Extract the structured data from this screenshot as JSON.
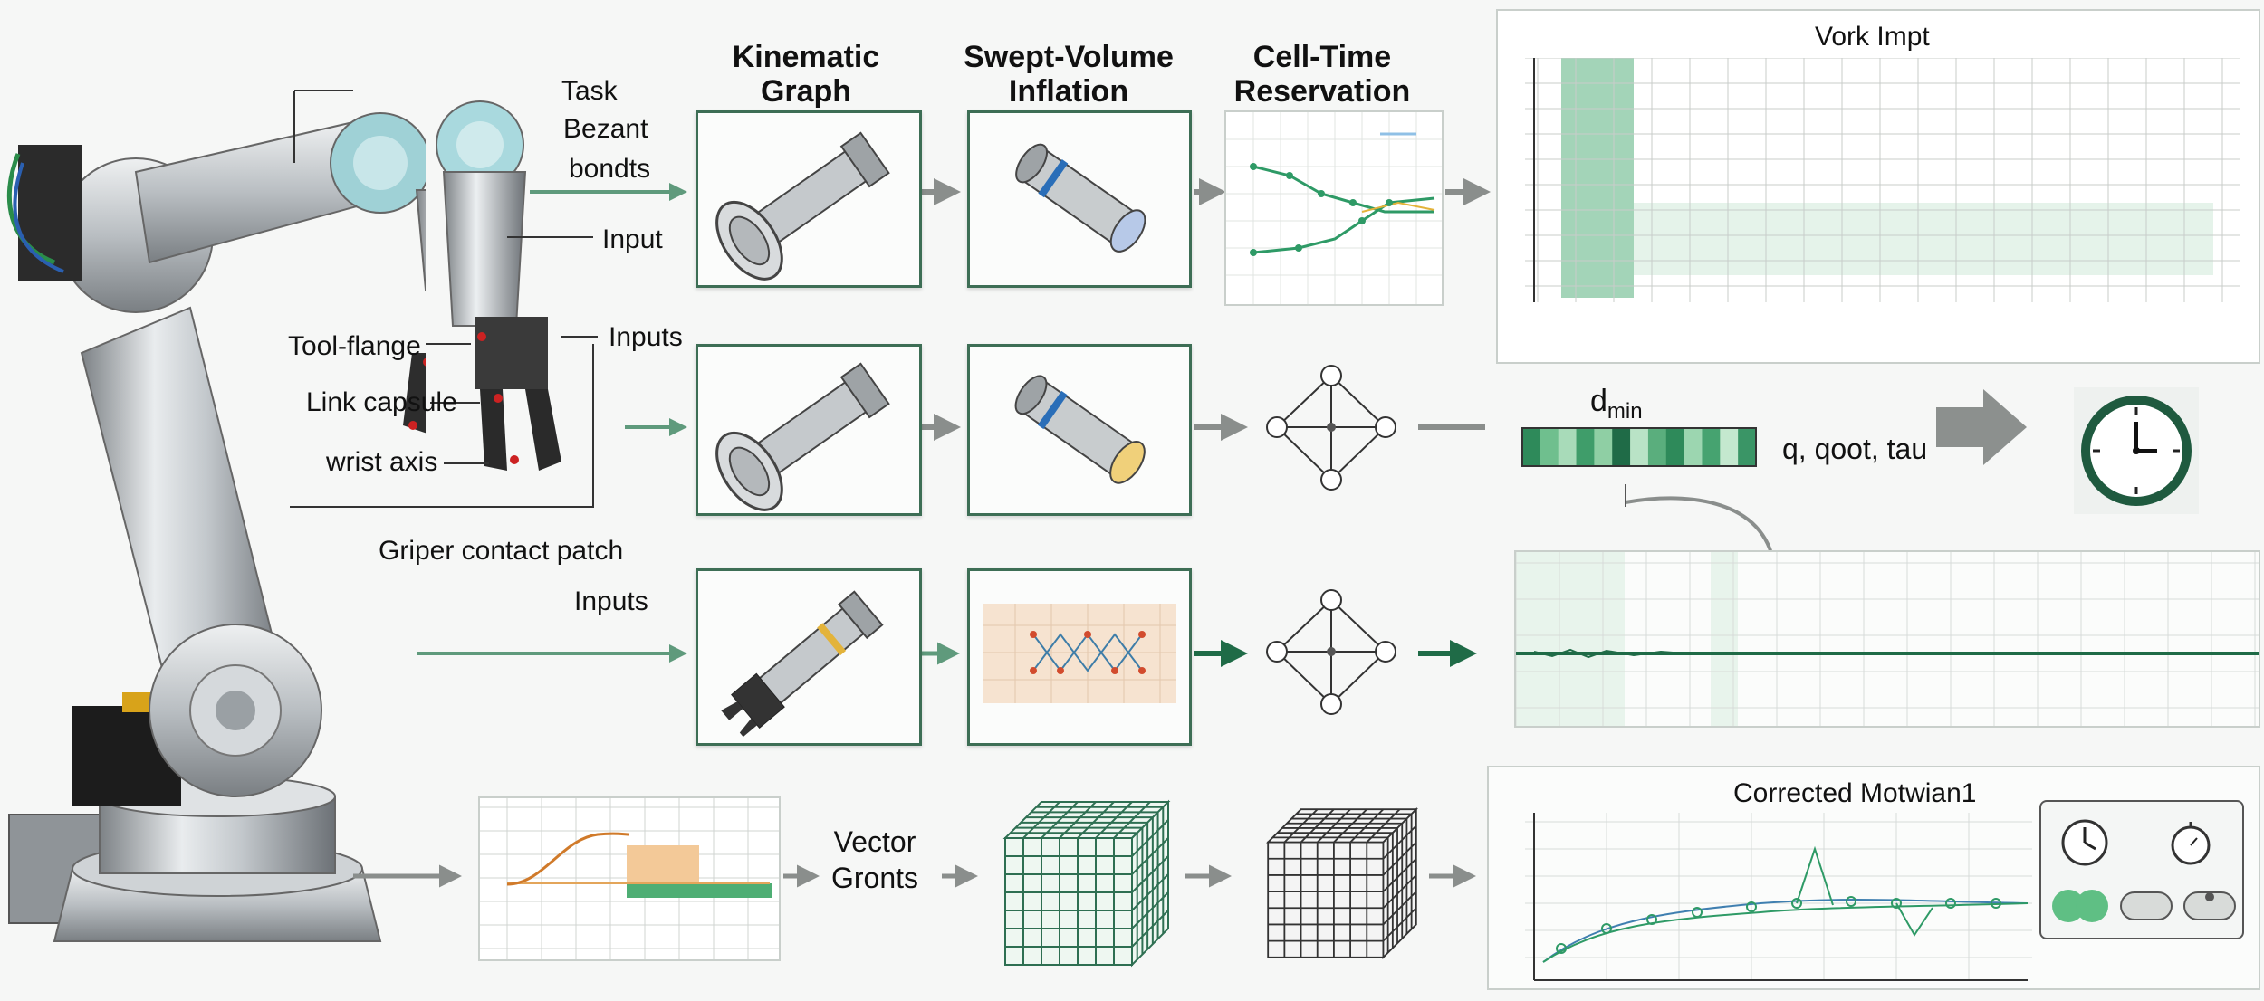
{
  "columns": {
    "kinematic": [
      "Kinematic",
      "Graph"
    ],
    "swept": [
      "Swept-Volume",
      "Inflation"
    ],
    "cell": [
      "Cell-Time",
      "Reservation"
    ]
  },
  "robot_labels": {
    "task": "Task",
    "bezant": "Bezant",
    "bondts": "bondts",
    "input": "Input",
    "tool_flange": "Tool-flange",
    "inputs_right": "Inputs",
    "link_capsule": "Link capsule",
    "wrist_axis": "wrist axis",
    "griper": "Griper contact patch",
    "inputs_lower": "Inputs"
  },
  "vork_panel": {
    "title": "Vork Impt"
  },
  "dmin": {
    "main": "d",
    "sub": "min"
  },
  "state_label": "q, qoot, tau",
  "vector_label": [
    "Vector",
    "Gronts"
  ],
  "corrected_panel": {
    "title": "Corrected Motwian1"
  },
  "colors": {
    "accent": "#2e7d5b",
    "panel_border": "#3d6e55",
    "arrow": "#8a8e8c",
    "clock": "#1f5a3f"
  },
  "icons": [
    "clock-icon",
    "stopwatch-icon",
    "toggle-icon"
  ]
}
